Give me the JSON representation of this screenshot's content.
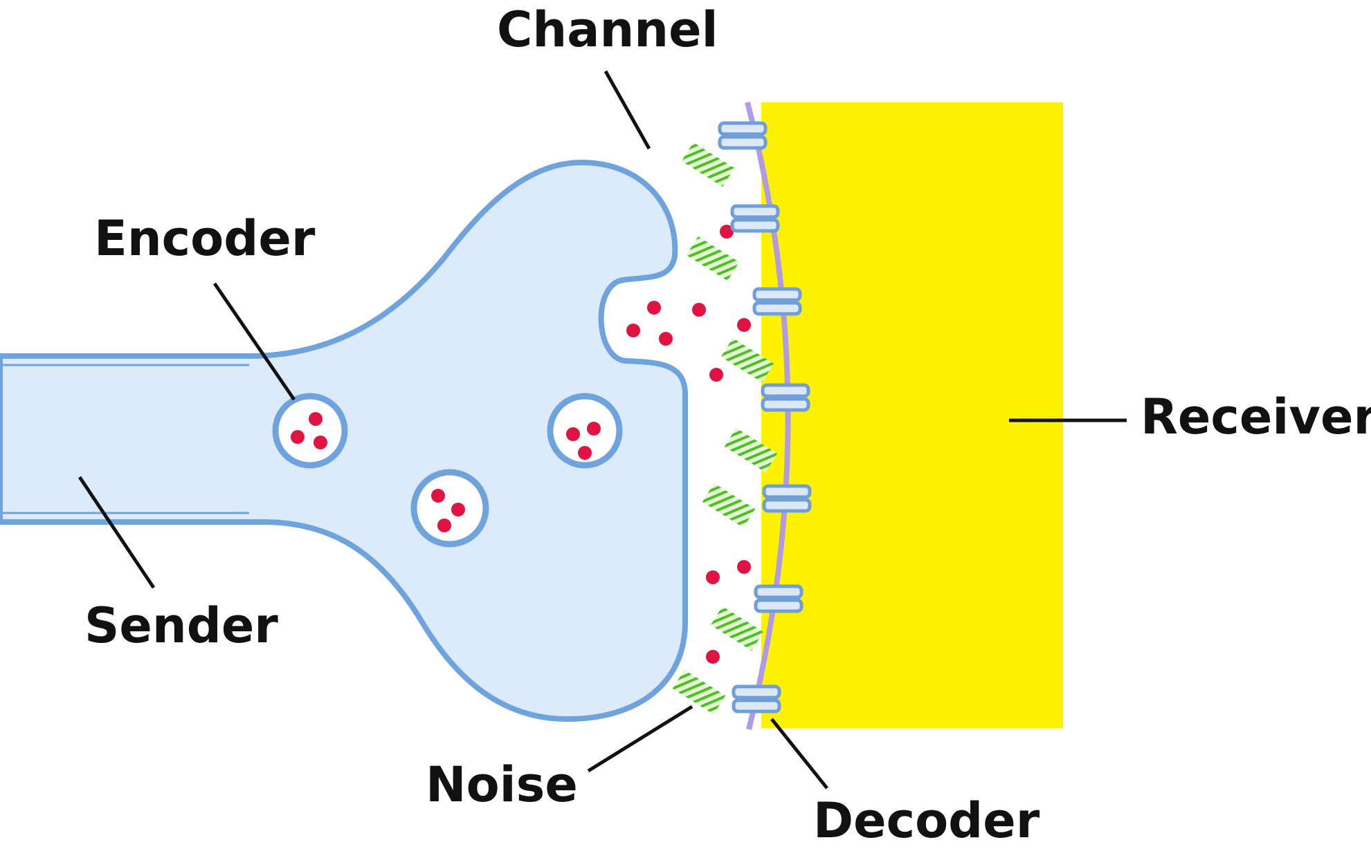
{
  "labels": {
    "channel": "Channel",
    "encoder": "Encoder",
    "receiver": "Receiver",
    "sender": "Sender",
    "noise": "Noise",
    "decoder": "Decoder"
  },
  "colors": {
    "receiver_fill": "#FFF200",
    "sender_fill": "#DCEBFA",
    "sender_outline": "#6FA3DE",
    "membrane": "#B19BE8",
    "receptor_fill": "#DCE8F8",
    "receptor_outline": "#6F9ED8",
    "signal_dots": "#E01443",
    "noise": "#4FBF26",
    "leader_lines": "#111111"
  },
  "icons": {
    "signal": "red-dot",
    "noise": "green-hatched-bar",
    "decoder": "receptor-double-bar"
  }
}
